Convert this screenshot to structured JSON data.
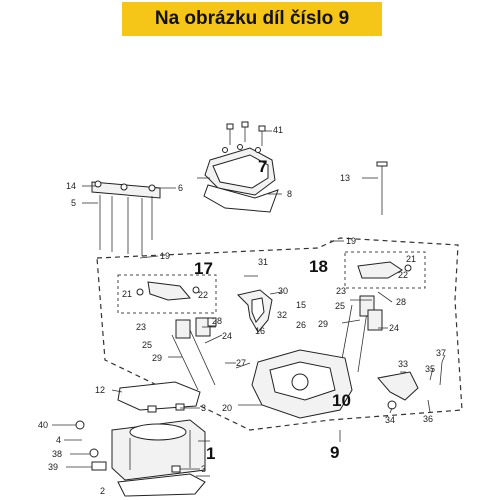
{
  "banner": {
    "text": "Na obrázku díl číslo 9"
  },
  "colors": {
    "banner_bg": "#f5c518",
    "line": "#222222"
  },
  "labels": {
    "l1": "1",
    "l2": "2",
    "l3": "3",
    "l3b": "3",
    "l4": "4",
    "l5": "5",
    "l6": "6",
    "l7": "7",
    "l8": "8",
    "l9": "9",
    "l10": "10",
    "l12": "12",
    "l13": "13",
    "l14": "14",
    "l15": "15",
    "l16": "16",
    "l17": "17",
    "l18": "18",
    "l19a": "19",
    "l19b": "19",
    "l20": "20",
    "l21a": "21",
    "l21b": "21",
    "l22a": "22",
    "l22b": "22",
    "l23a": "23",
    "l23b": "23",
    "l24a": "24",
    "l24b": "24",
    "l25a": "25",
    "l25b": "25",
    "l27": "27",
    "l28a": "28",
    "l28b": "28",
    "l29a": "29",
    "l29b": "29",
    "l30": "30",
    "l31": "31",
    "l32": "32",
    "l33": "33",
    "l34": "34",
    "l35": "35",
    "l36": "36",
    "l37": "37",
    "l38": "38",
    "l39": "39",
    "l40": "40",
    "l41": "41"
  }
}
